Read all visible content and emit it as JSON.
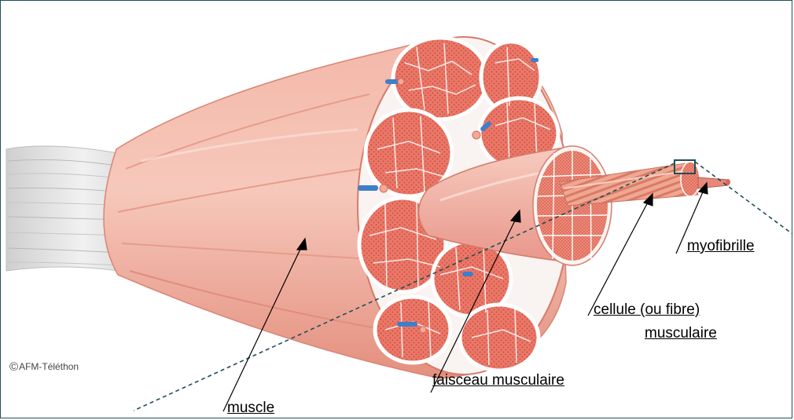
{
  "labels": {
    "muscle": "muscle",
    "faisceau": "faisceau musculaire",
    "cellule_line1": "cellule (ou fibre)",
    "cellule_line2": "musculaire",
    "myofibrille": "myofibrille"
  },
  "copyright": "AFM-Téléthon",
  "colors": {
    "muscle_light": "#f6c9bd",
    "muscle_mid": "#ee9e8c",
    "muscle_dark": "#dd7767",
    "fiber_fill": "#e8705f",
    "tendon": "#e3e3e3",
    "vessel": "#3e7fc9",
    "frame": "#1f4e57"
  }
}
